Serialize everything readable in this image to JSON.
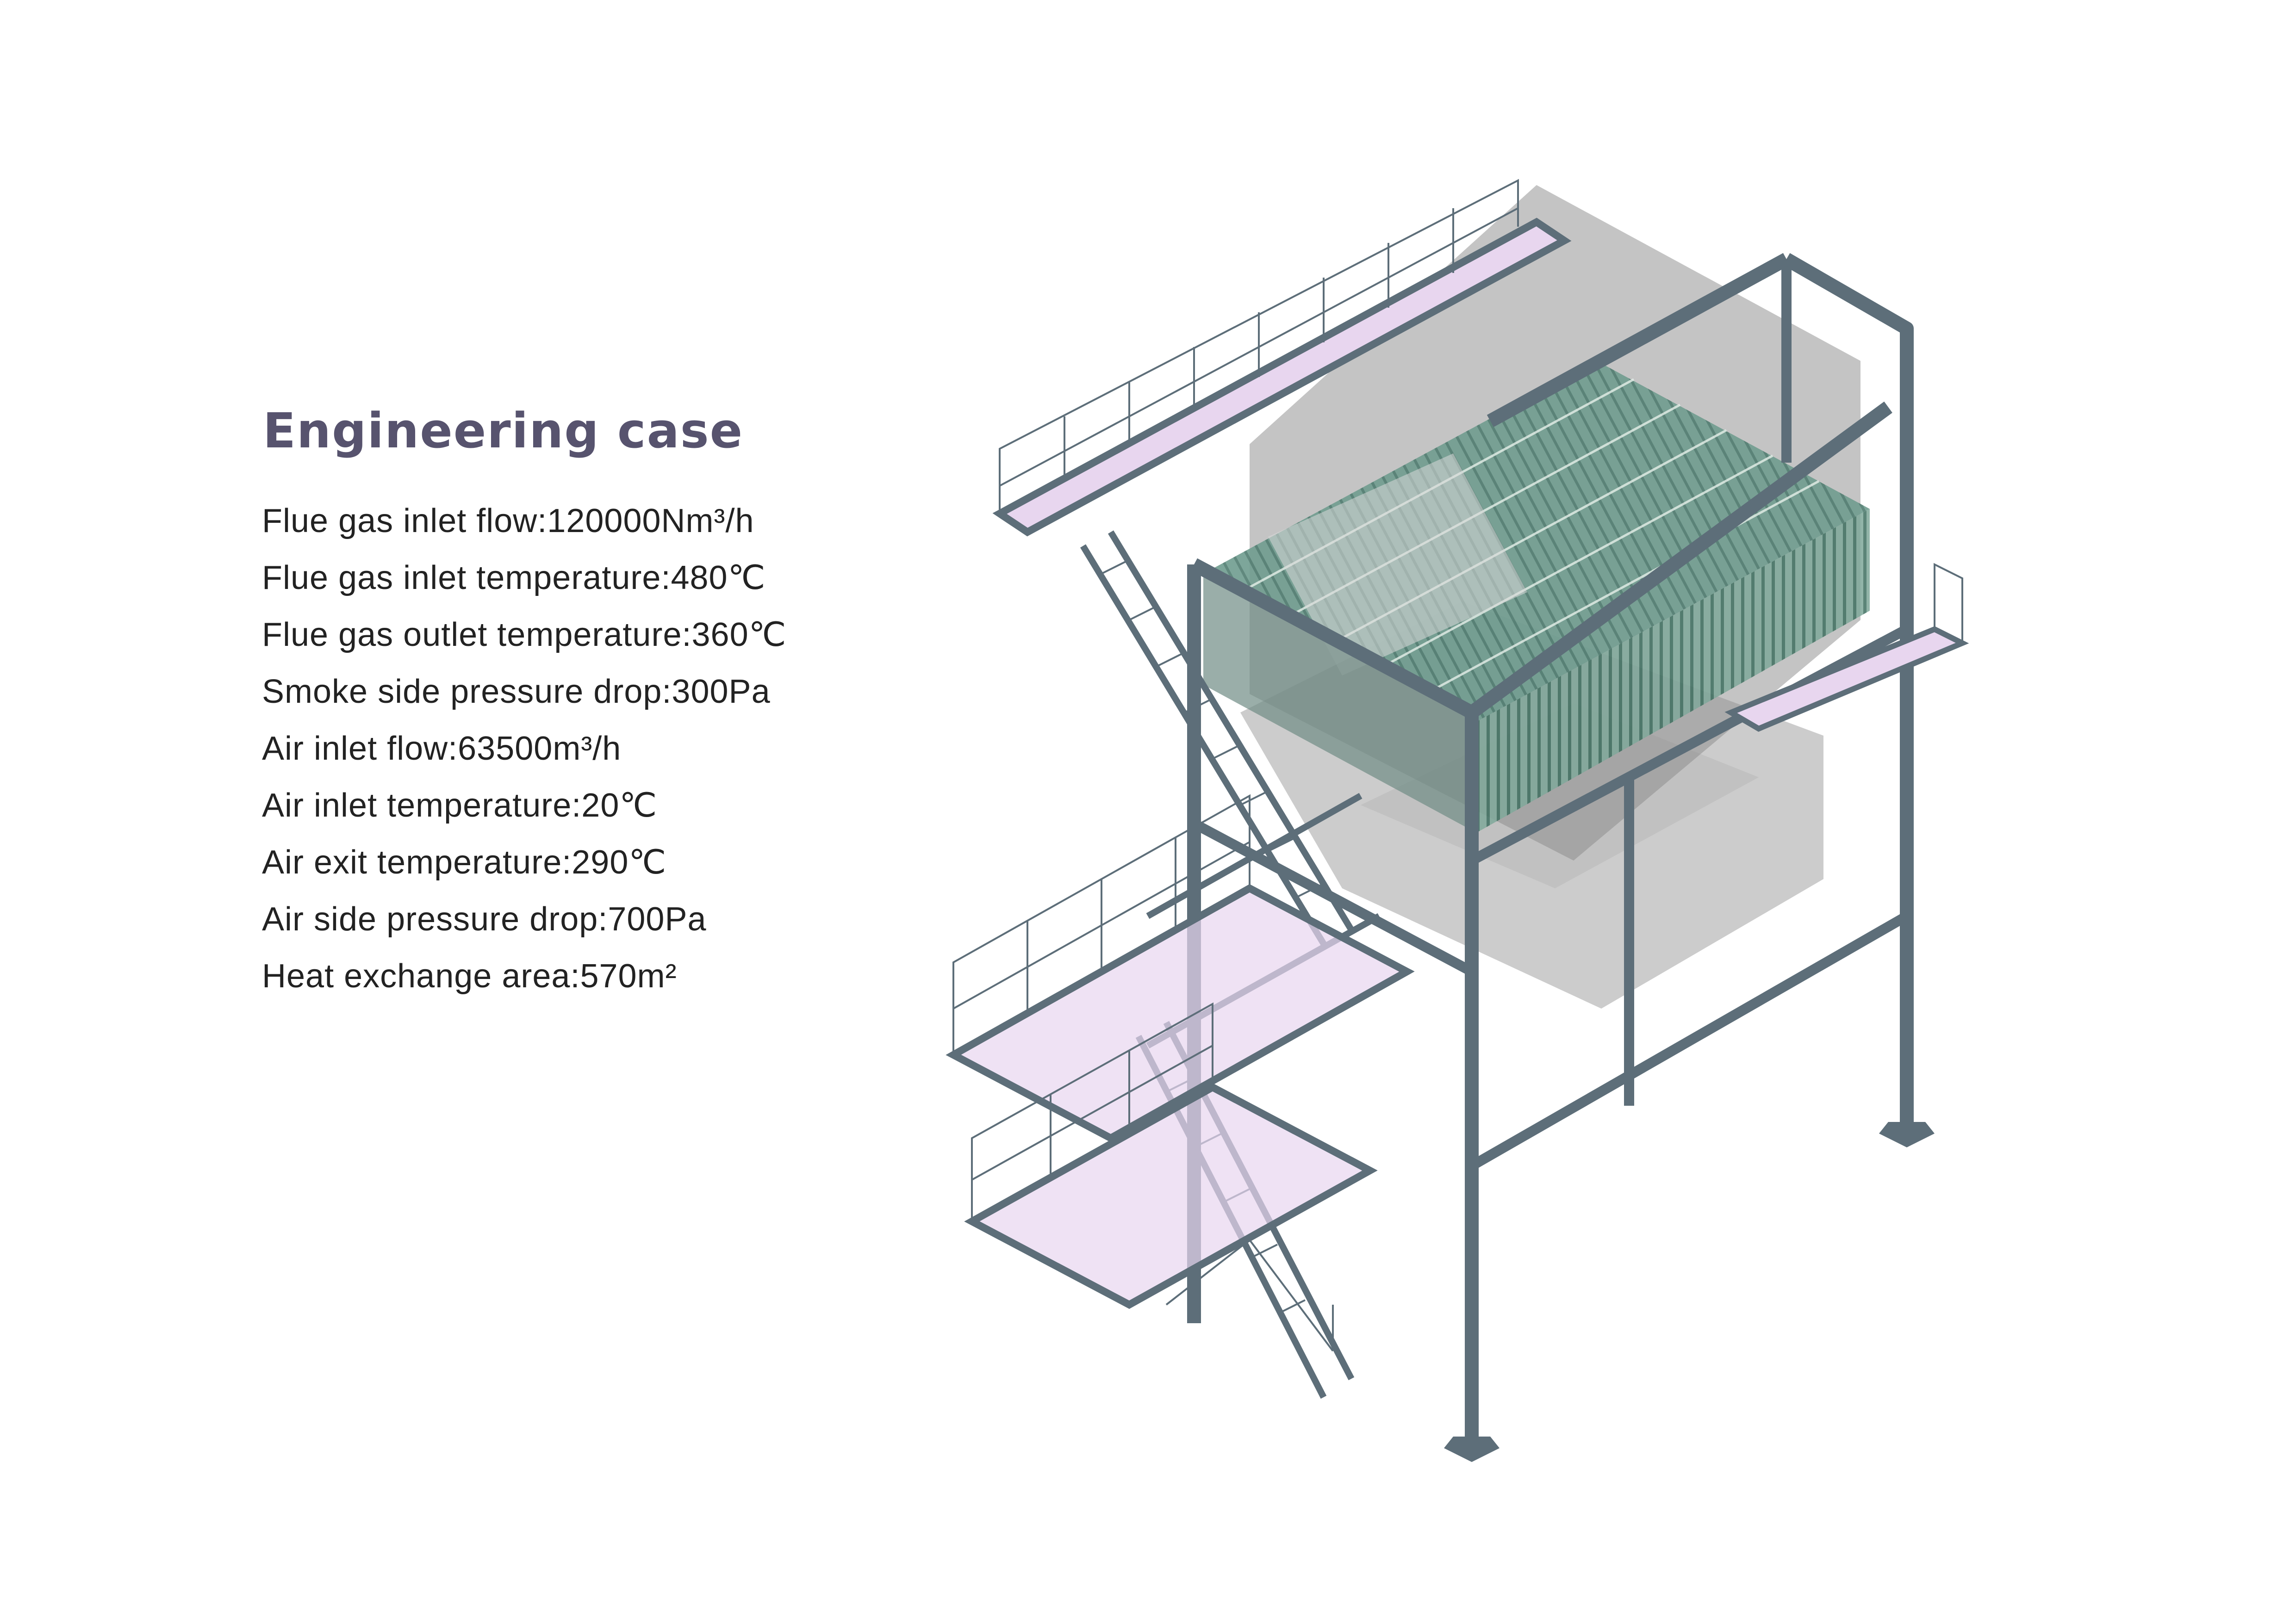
{
  "heading": "Engineering case",
  "specs": [
    "Flue gas inlet flow:120000Nm³/h",
    "Flue gas inlet temperature:480℃",
    "Flue gas outlet temperature:360℃",
    "Smoke side pressure drop:300Pa",
    "Air inlet flow:63500m³/h",
    "Air inlet temperature:20℃",
    "Air exit temperature:290℃",
    "Air side pressure drop:700Pa",
    "Heat exchange area:570m²"
  ],
  "colors": {
    "heading": "#57536e",
    "text": "#222222",
    "steel": "#5d6e79",
    "casing": "#9a9a9a",
    "tube_bank": "#5e8c7e",
    "platform_floor": "#e8d6ef"
  }
}
